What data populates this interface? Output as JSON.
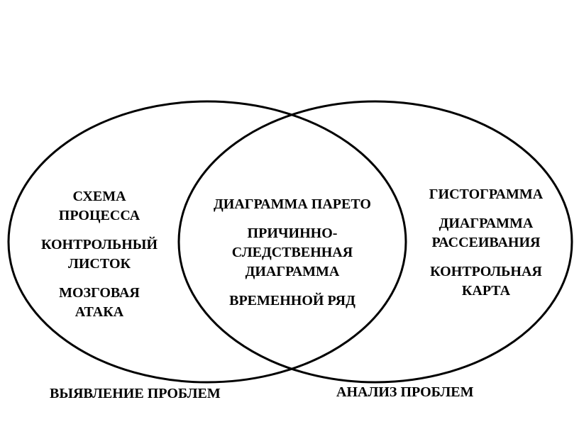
{
  "diagram": {
    "left_set": {
      "label": "ВЫЯВЛЕНИЕ ПРОБЛЕМ",
      "items": [
        {
          "lines": [
            "СХЕМА",
            "ПРОЦЕССА"
          ]
        },
        {
          "lines": [
            "КОНТРОЛЬНЫЙ",
            "ЛИСТОК"
          ]
        },
        {
          "lines": [
            "МОЗГОВАЯ",
            "АТАКА"
          ]
        }
      ]
    },
    "intersection": {
      "items": [
        {
          "lines": [
            "ДИАГРАММА ПАРЕТО"
          ]
        },
        {
          "lines": [
            "ПРИЧИННО-",
            "СЛЕДСТВЕННАЯ",
            "ДИАГРАММА"
          ]
        },
        {
          "lines": [
            "ВРЕМЕННОЙ РЯД"
          ]
        }
      ]
    },
    "right_set": {
      "label": "АНАЛИЗ ПРОБЛЕМ",
      "items": [
        {
          "lines": [
            "ГИСТОГРАММА"
          ]
        },
        {
          "lines": [
            "ДИАГРАММА",
            "РАССЕИВАНИЯ"
          ]
        },
        {
          "lines": [
            "КОНТРОЛЬНАЯ",
            "КАРТА"
          ]
        }
      ]
    },
    "colors": {
      "stroke": "#000000",
      "text": "#000000",
      "background": "#ffffff"
    }
  }
}
